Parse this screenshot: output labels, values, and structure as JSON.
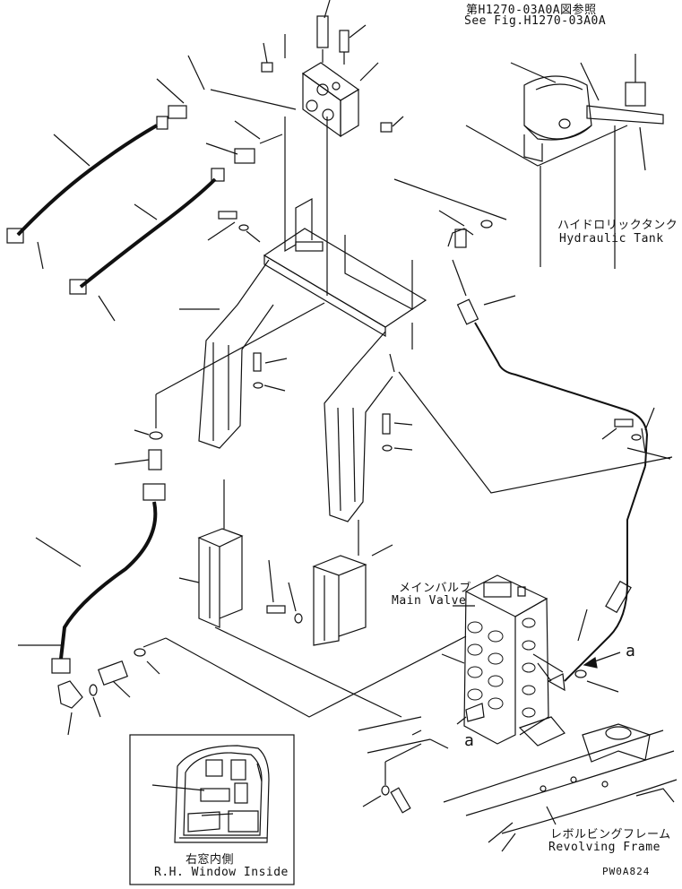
{
  "labels": {
    "see_fig_jp": "第H1270-03A0A図参照",
    "see_fig_en": "See Fig.H1270-03A0A",
    "hydraulic_tank_jp": "ハイドロリックタンク",
    "hydraulic_tank_en": "Hydraulic Tank",
    "main_valve_jp": "メインバルブ",
    "main_valve_en": "Main Valve",
    "revolving_frame_jp": "レボルビングフレーム",
    "revolving_frame_en": "Revolving Frame",
    "window_jp": "右窓内側",
    "window_en": "R.H. Window Inside",
    "arrow_a_1": "a",
    "arrow_a_2": "a",
    "drawing_code": "PW0A824"
  }
}
